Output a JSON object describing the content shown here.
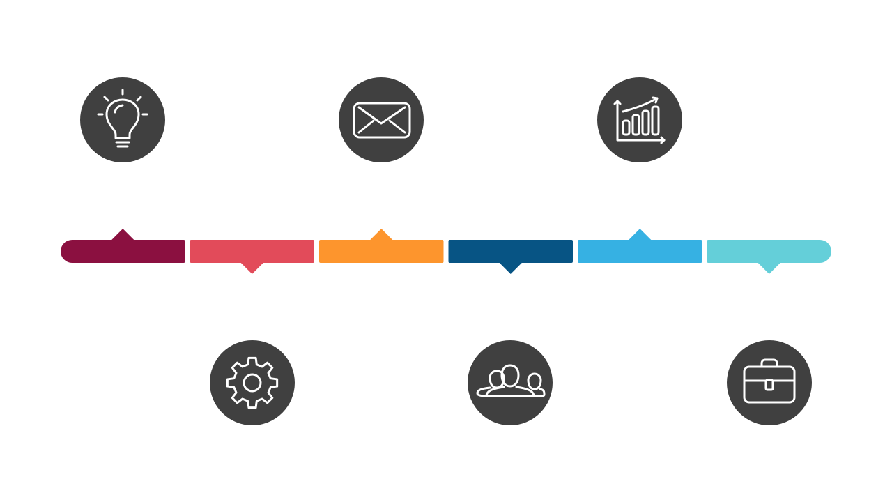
{
  "timeline": {
    "icon_circle_color": "#404040",
    "icon_stroke_color": "#ffffff",
    "segments": [
      {
        "color": "#8B1040",
        "icon": "lightbulb-icon",
        "pointer": "up"
      },
      {
        "color": "#E24B5A",
        "icon": "gear-icon",
        "pointer": "down"
      },
      {
        "color": "#FD952D",
        "icon": "envelope-icon",
        "pointer": "up"
      },
      {
        "color": "#075484",
        "icon": "people-group-icon",
        "pointer": "down"
      },
      {
        "color": "#36B1E3",
        "icon": "bar-chart-growth-icon",
        "pointer": "up"
      },
      {
        "color": "#64CFD9",
        "icon": "briefcase-icon",
        "pointer": "down"
      }
    ]
  }
}
